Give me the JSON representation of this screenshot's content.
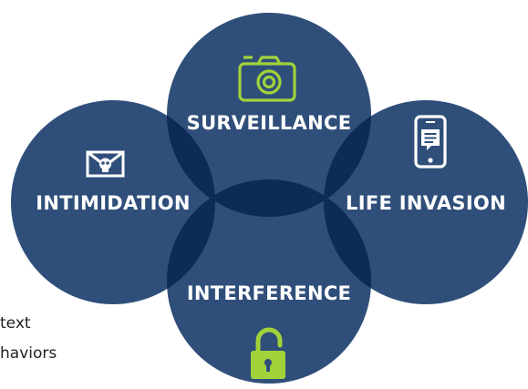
{
  "diagram": {
    "labels": {
      "surveillance": "SURVEILLANCE",
      "intimidation": "INTIMIDATION",
      "life_invasion": "LIFE INVASION",
      "interference": "INTERFERENCE"
    },
    "partial_text": {
      "line1": "text",
      "line2": "haviors"
    },
    "colors": {
      "circle": "#2f4f7a",
      "overlap": "#0e2a57",
      "icon": "#a2d23a",
      "label": "#ffffff"
    },
    "icons": {
      "surveillance": "camera-icon",
      "intimidation": "skull-envelope-icon",
      "life_invasion": "smartphone-message-icon",
      "interference": "unlocked-padlock-icon"
    }
  }
}
